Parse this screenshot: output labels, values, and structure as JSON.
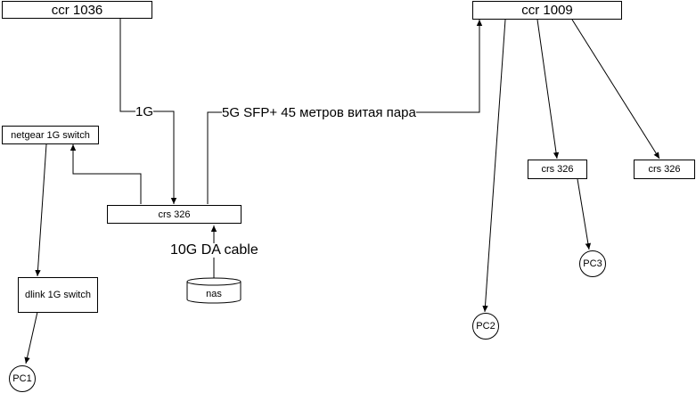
{
  "nodes": {
    "ccr1036": "ccr 1036",
    "ccr1009": "ccr 1009",
    "netgear": "netgear 1G switch",
    "crs_main": "crs 326",
    "dlink": "dlink 1G switch",
    "nas": "nas",
    "crs_mid": "crs 326",
    "crs_right": "crs 326",
    "pc1": "PC1",
    "pc2": "PC2",
    "pc3": "PC3"
  },
  "edge_labels": {
    "link_1g": "1G",
    "link_5g": "5G SFP+ 45 метров витая пара",
    "link_10g": "10G DA cable"
  },
  "colors": {
    "stroke": "#000000",
    "fill": "#ffffff"
  }
}
